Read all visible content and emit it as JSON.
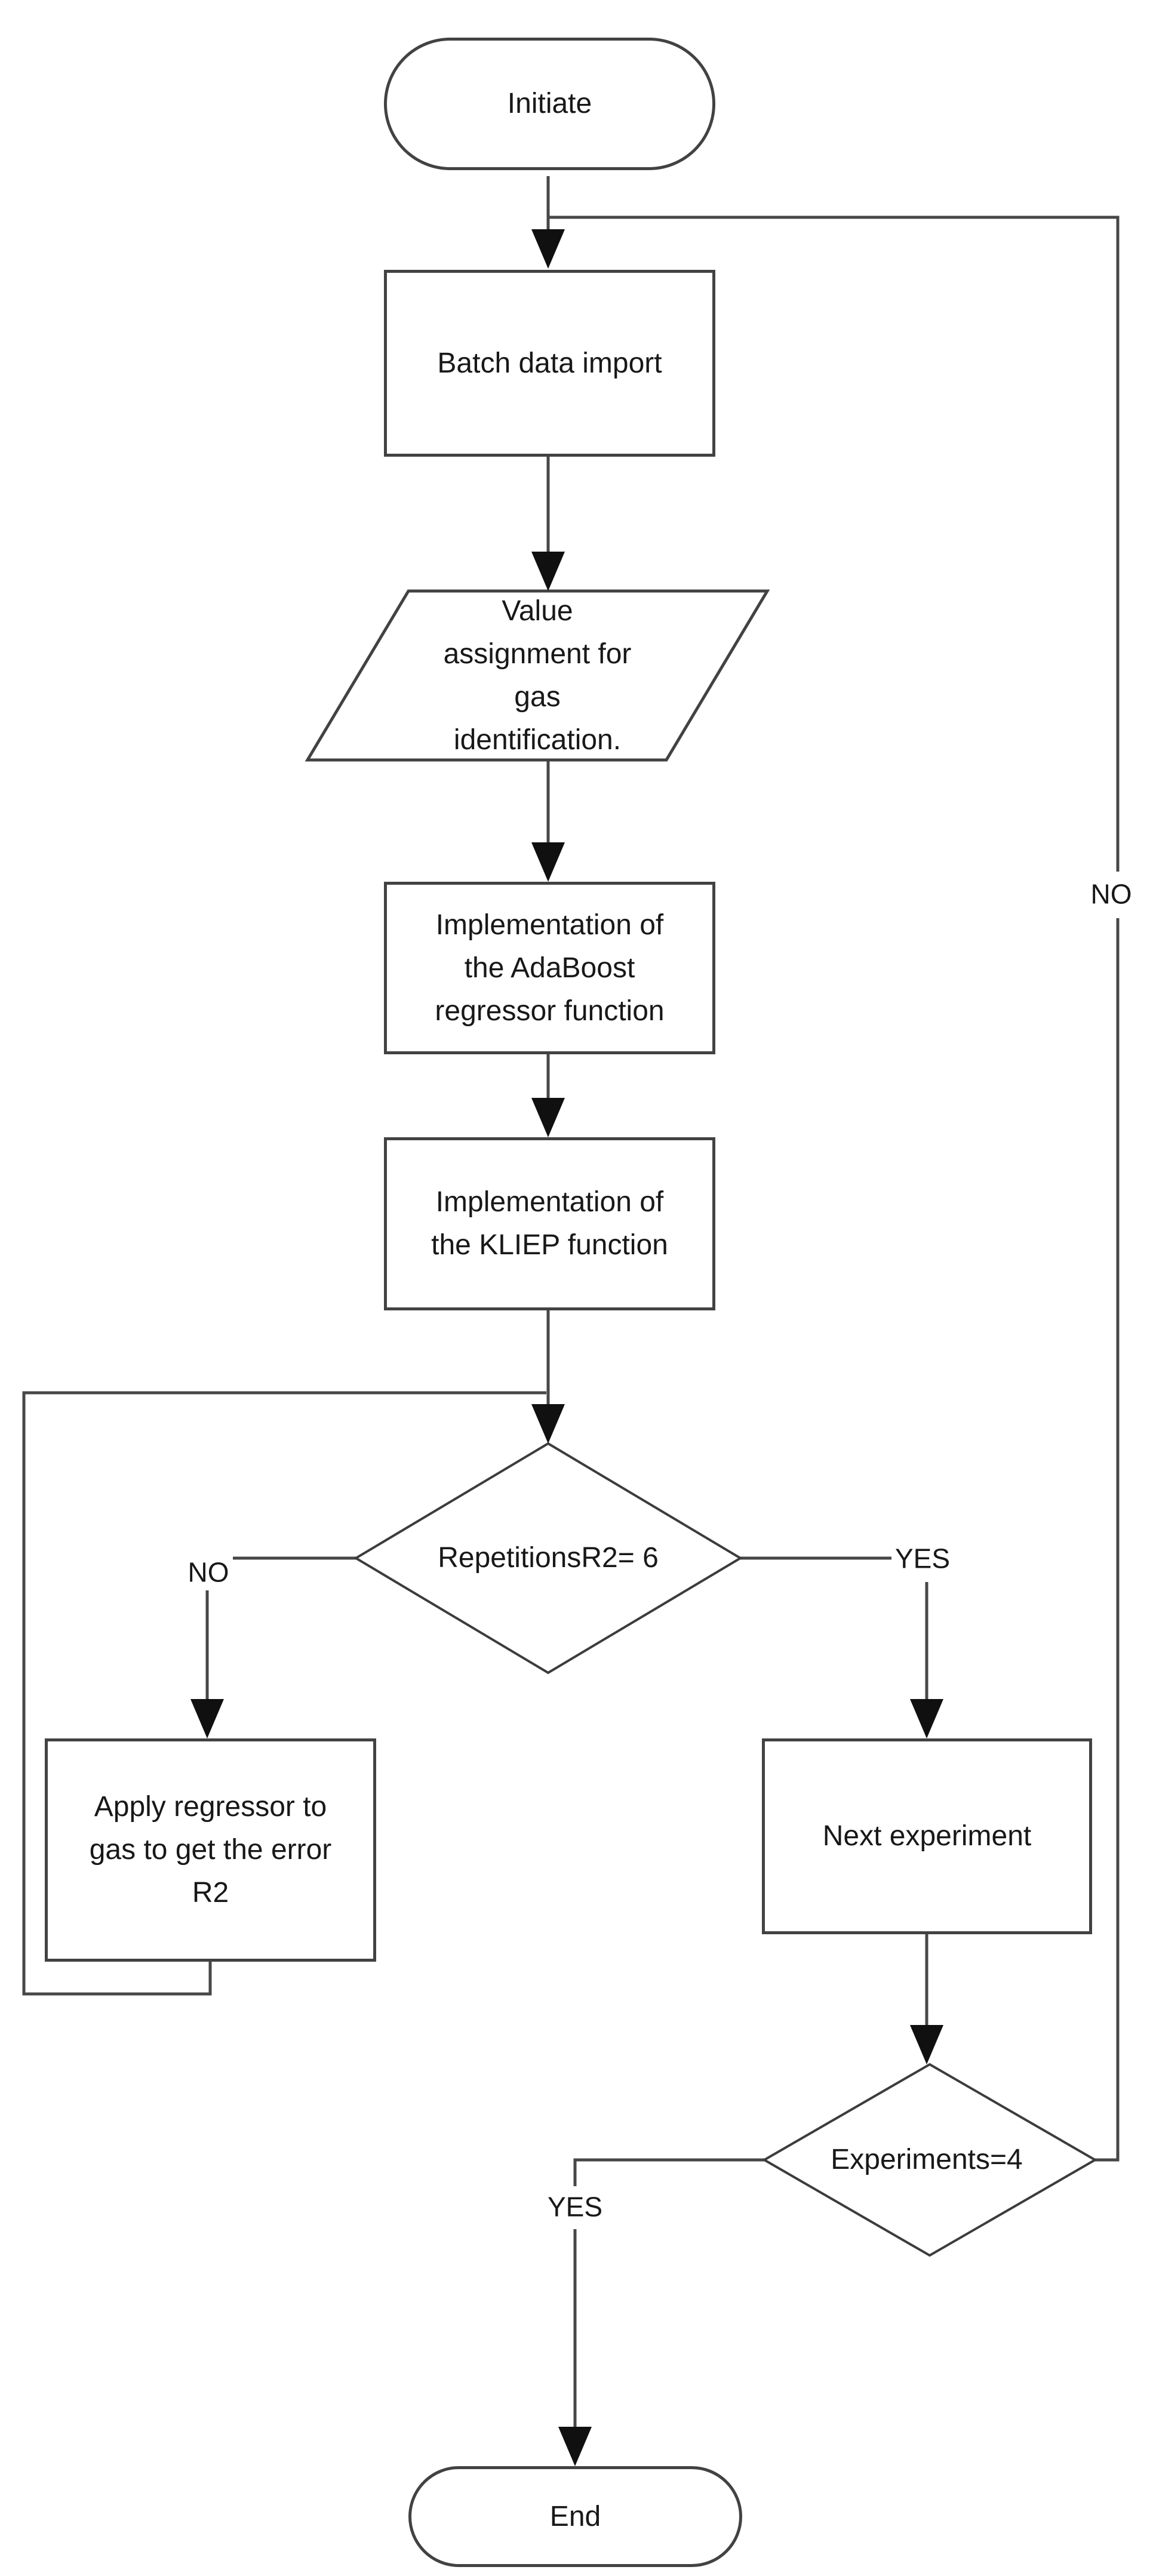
{
  "diagram": {
    "background_color": "#ffffff",
    "stroke_color": "#474747",
    "border_color": "#424242",
    "text_color": "#181818",
    "arrow_color": "#101010",
    "nodes": {
      "initiate": {
        "type": "terminator",
        "label": "Initiate"
      },
      "batch_import": {
        "type": "process",
        "label": "Batch data import"
      },
      "value_assignment": {
        "type": "input-output",
        "label": "Value\nassignment for\ngas\nidentification."
      },
      "adaboost": {
        "type": "process",
        "label": "Implementation of\nthe AdaBoost\nregressor function"
      },
      "kliep": {
        "type": "process",
        "label": "Implementation of\nthe KLIEP function"
      },
      "repetitions_decision": {
        "type": "decision",
        "label": "RepetitionsR2= 6"
      },
      "apply_regressor": {
        "type": "process",
        "label": "Apply regressor to\ngas to get the error\nR2"
      },
      "next_experiment": {
        "type": "process",
        "label": "Next experiment"
      },
      "experiments_decision": {
        "type": "decision",
        "label": "Experiments=4"
      },
      "end": {
        "type": "terminator",
        "label": "End"
      }
    },
    "edge_labels": {
      "repetitions_no": "NO",
      "repetitions_yes": "YES",
      "experiments_yes": "YES",
      "experiments_no": "NO"
    }
  }
}
